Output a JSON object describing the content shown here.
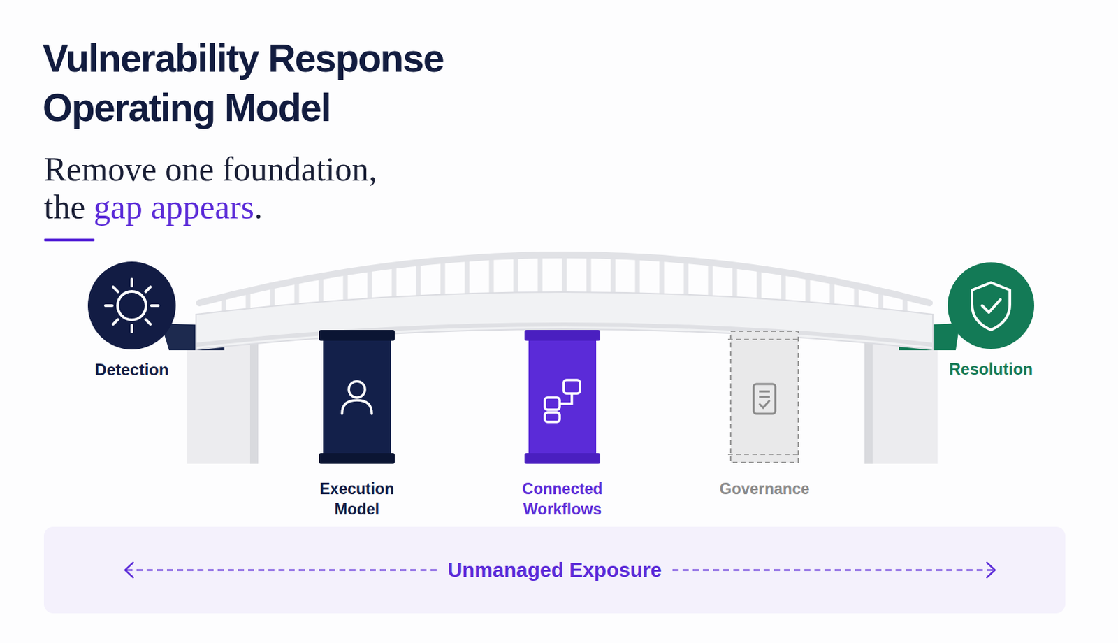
{
  "diagram": {
    "title": "Vulnerability Response Operating Model",
    "nodes": [
      {
        "text": [
          "Detection"
        ]
      },
      {
        "text": [
          "Execution Model"
        ]
      },
      {
        "text": [
          "Connected Workflows"
        ]
      },
      {
        "text": [
          "Governance"
        ]
      },
      {
        "text": [
          "Resolution"
        ]
      },
      {
        "text": [
          "Unmanaged Exposure"
        ]
      }
    ],
    "labels": [
      "Remove one foundation,",
      "the",
      "gap appears",
      "."
    ]
  }
}
